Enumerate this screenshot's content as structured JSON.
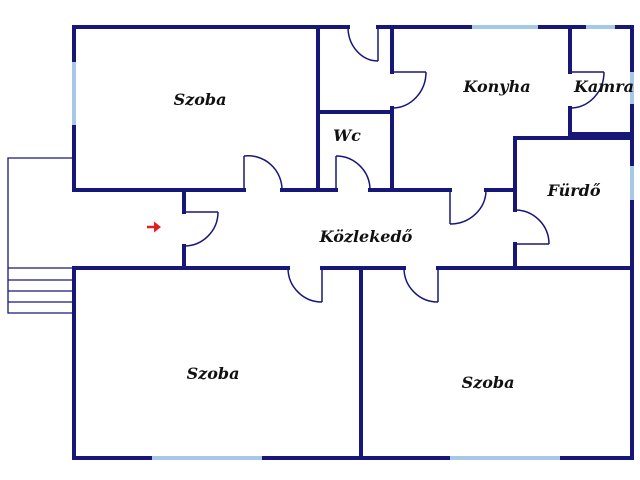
{
  "rooms": {
    "top_left": "Szoba",
    "kitchen": "Konyha",
    "pantry": "Kamra",
    "wc": "Wc",
    "bathroom": "Fürdő",
    "corridor": "Közlekedő",
    "bottom_left": "Szoba",
    "bottom_right": "Szoba"
  },
  "colors": {
    "wall": "#17177a",
    "window": "#a8c8ea",
    "entrance_arrow": "#e02020",
    "label": "#111111"
  },
  "icons": {
    "entrance": "entrance-arrow-icon"
  }
}
